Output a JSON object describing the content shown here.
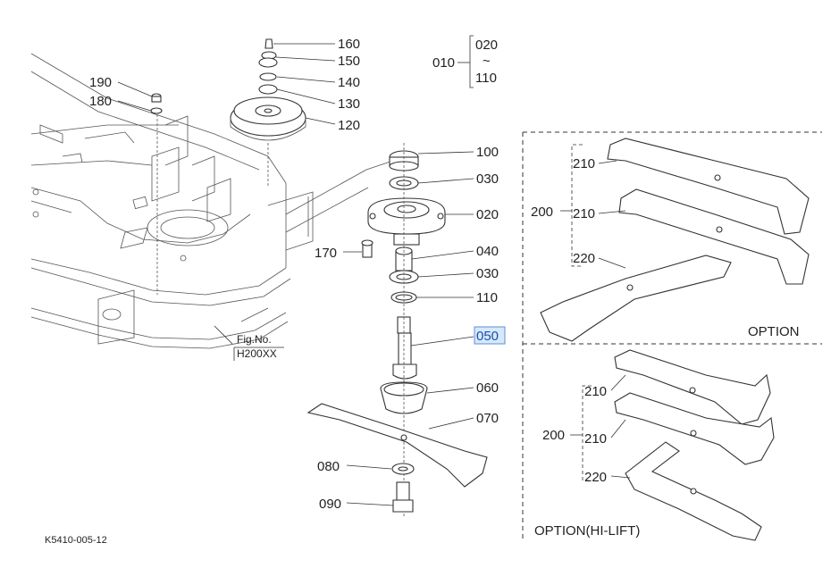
{
  "fig": {
    "line1": "Fig.No.",
    "line2": "H200XX"
  },
  "catalog_code": "K5410-005-12",
  "group": {
    "label": "010",
    "from": "020",
    "tilde": "~",
    "to": "110"
  },
  "selected_part": "050",
  "parts": {
    "p160": "160",
    "p150": "150",
    "p140": "140",
    "p130": "130",
    "p120": "120",
    "p190": "190",
    "p180": "180",
    "p170": "170",
    "p100": "100",
    "p030a": "030",
    "p020": "020",
    "p040": "040",
    "p030b": "030",
    "p110": "110",
    "p050": "050",
    "p060": "060",
    "p070": "070",
    "p080": "080",
    "p090": "090"
  },
  "option": {
    "title": "OPTION",
    "p200": "200",
    "p210a": "210",
    "p210b": "210",
    "p220": "220"
  },
  "option_hilift": {
    "title": "OPTION(HI-LIFT)",
    "p200": "200",
    "p210a": "210",
    "p210b": "210",
    "p220": "220"
  },
  "colors": {
    "highlight_fill": "#d7e8fb",
    "highlight_stroke": "#5b8fd8",
    "line": "#333333"
  }
}
